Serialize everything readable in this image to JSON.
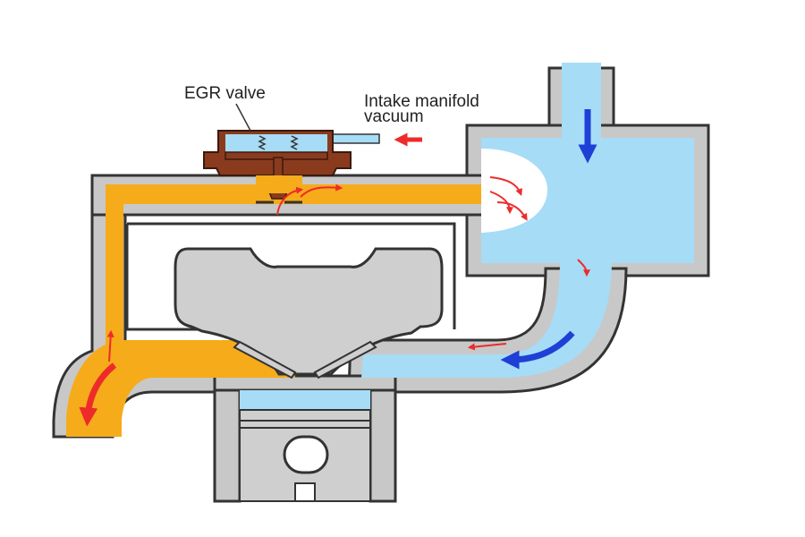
{
  "labels": {
    "egr_valve": "EGR valve",
    "intake_line1": "Intake manifold",
    "intake_line2": "vacuum"
  },
  "colors": {
    "background": "#ffffff",
    "exhaust": "#f6ab1a",
    "intake": "#a6dcf6",
    "wall_fill": "#c8c8c8",
    "wall_outline": "#333333",
    "engine_head": "#cfcfcf",
    "valve_body": "#8a3b1e",
    "valve_diaphragm": "#a6dcf6",
    "exhaust_arrow": "#ee2b2b",
    "intake_arrow": "#1f3fd6"
  },
  "icons": {
    "exhaust_flow": "red-arrow-icon",
    "intake_flow": "blue-arrow-icon",
    "vacuum_signal": "red-arrow-icon"
  }
}
